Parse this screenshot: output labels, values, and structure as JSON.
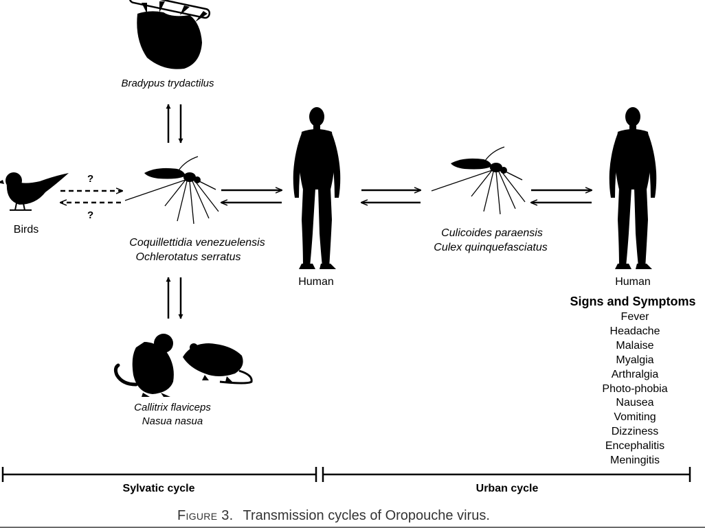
{
  "labels": {
    "sloth": "Bradypus trydactilus",
    "birds": "Birds",
    "question_top": "?",
    "question_bottom": "?",
    "mosquito1_line1": "Coquillettidia venezuelensis",
    "mosquito1_line2": "Ochlerotatus serratus",
    "human1": "Human",
    "mosquito2_line1": "Culicoides paraensis",
    "mosquito2_line2": "Culex quinquefasciatus",
    "human2": "Human",
    "mammals_line1": "Callitrix flaviceps",
    "mammals_line2": "Nasua nasua"
  },
  "symptoms": {
    "title": "Signs and Symptoms",
    "items": [
      "Fever",
      "Headache",
      "Malaise",
      "Myalgia",
      "Arthralgia",
      "Photo-phobia",
      "Nausea",
      "Vomiting",
      "Dizziness",
      "Encephalitis",
      "Meningitis"
    ]
  },
  "cycles": {
    "sylvatic": "Sylvatic cycle",
    "urban": "Urban cycle"
  },
  "caption": {
    "figure": "Figure 3.",
    "text": "Transmission cycles of Oropouche virus."
  }
}
